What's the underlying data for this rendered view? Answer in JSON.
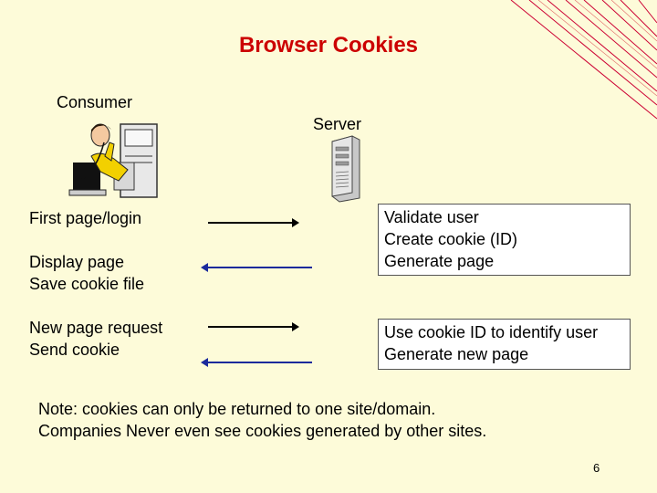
{
  "slide": {
    "title": "Browser Cookies",
    "page_number": "6"
  },
  "roles": {
    "consumer": "Consumer",
    "server": "Server"
  },
  "consumer_steps": {
    "step1": "First page/login",
    "step2": [
      "Display page",
      "Save cookie file"
    ],
    "step3": [
      "New page request",
      "Send cookie"
    ]
  },
  "server_boxes": {
    "box1": [
      "Validate user",
      "Create cookie (ID)",
      "Generate page"
    ],
    "box2": [
      "Use cookie ID to identify user",
      "Generate new page"
    ]
  },
  "note": [
    "Note: cookies can only be returned to one site/domain.",
    "Companies Never even see cookies generated by other sites."
  ],
  "icons": {
    "consumer_image": "person-on-phone-at-computer",
    "server_image": "tower-server"
  },
  "colors": {
    "background": "#fdfbd9",
    "title": "#cc0000",
    "accent_stripes": "#cc0033",
    "arrow_right": "#000000",
    "arrow_left": "#1a2a9c"
  }
}
